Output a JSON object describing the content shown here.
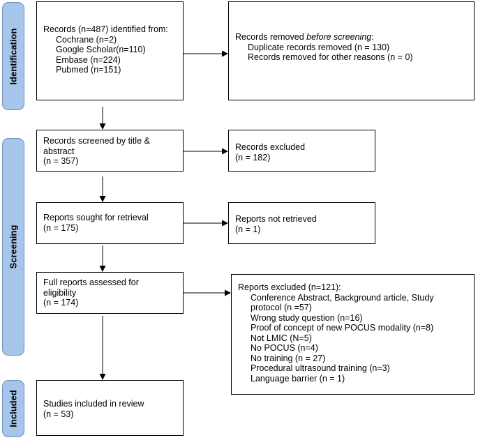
{
  "phases": {
    "identification": "Identification",
    "screening": "Screening",
    "included": "Included"
  },
  "identified": {
    "title": "Records (n=487) identified from:",
    "sources": [
      "Cochrane (n=2)",
      "Google Scholar(n=110)",
      "Embase (n=224)",
      "Pubmed (n=151)"
    ]
  },
  "removed": {
    "title_prefix": "Records removed ",
    "title_italic": "before screening",
    "title_suffix": ":",
    "items": [
      "Duplicate records removed (n = 130)",
      "Records removed for other reasons (n = 0)"
    ]
  },
  "screened": {
    "lines": [
      "Records screened by title &",
      "abstract",
      "(n = 357)"
    ]
  },
  "excluded": {
    "lines": [
      "Records excluded",
      "(n = 182)"
    ]
  },
  "sought": {
    "lines": [
      "Reports sought for retrieval",
      "(n = 175)"
    ]
  },
  "not_retrieved": {
    "lines": [
      "Reports not retrieved",
      "(n = 1)"
    ]
  },
  "assessed": {
    "lines": [
      "Full reports assessed for",
      "eligibility",
      "(n = 174)"
    ]
  },
  "reports_excluded": {
    "title": "Reports excluded (n=121):",
    "items": [
      "Conference Abstract, Background article, Study",
      "protocol (n =57)",
      "Wrong study question (n=16)",
      "Proof of concept of new POCUS modality (n=8)",
      "Not LMIC (N=5)",
      "No POCUS (n=4)",
      "No training (n = 27)",
      "Procedural ultrasound training (n=3)",
      "Language barrier (n = 1)"
    ]
  },
  "included": {
    "lines": [
      "Studies included in review",
      "(n = 53)"
    ]
  }
}
